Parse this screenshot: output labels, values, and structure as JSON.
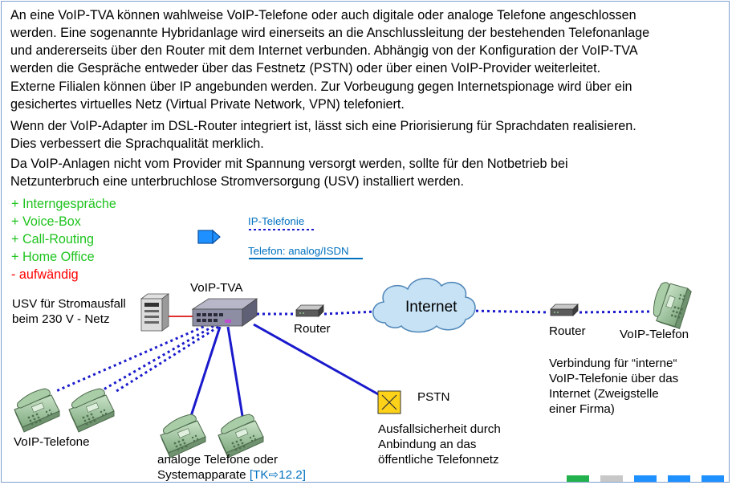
{
  "paragraphs": [
    [
      "An eine VoIP-TVA können wahlweise VoIP-Telefone oder auch digitale oder analoge Telefone angeschlossen",
      "werden. Eine sogenannte Hybridanlage wird einerseits an die Anschlussleitung der bestehenden Telefonanlage",
      "und andererseits über den Router mit dem Internet verbunden. Abhängig von der Konfiguration der VoIP-TVA",
      "werden die Gespräche entweder über das Festnetz (PSTN) oder über einen VoIP-Provider weiterleitet."
    ],
    [
      "Externe Filialen können über IP angebunden werden. Zur Vorbeugung gegen Internetspionage wird über ein",
      "gesichertes virtuelles Netz (Virtual Private Network, VPN) telefoniert."
    ],
    [
      "Wenn der VoIP-Adapter im DSL-Router integriert ist, lässt sich eine Priorisierung für Sprachdaten realisieren.",
      "Dies verbessert die Sprachqualität merklich."
    ],
    [
      "Da VoIP-Anlagen nicht vom Provider mit Spannung versorgt werden, sollte für den Notbetrieb bei",
      "Netzunterbruch eine unterbruchlose Stromversorgung (USV) installiert werden."
    ]
  ],
  "pros": [
    "+ Interngespräche",
    "+ Voice-Box",
    "+ Call-Routing",
    "+ Home Office"
  ],
  "cons": [
    "- aufwändig"
  ],
  "legend": {
    "ip": "IP-Telefonie",
    "analog": "Telefon: analog/ISDN"
  },
  "labels": {
    "tva": "VoIP-TVA",
    "usv_line1": "USV für Stromausfall",
    "usv_line2": "beim 230 V - Netz",
    "router_left": "Router",
    "internet": "Internet",
    "router_right": "Router",
    "voip_phone_right": "VoIP-Telefon",
    "remote_line1": "Verbindung für “interne“",
    "remote_line2": "VoIP-Telefonie über das",
    "remote_line3": "Internet (Zweigstelle",
    "remote_line4": "einer Firma)",
    "pstn": "PSTN",
    "pstn_desc_line1": "Ausfallsicherheit durch",
    "pstn_desc_line2": "Anbindung an das",
    "pstn_desc_line3": "öffentliche Telefonnetz",
    "voip_phones": "VoIP-Telefone",
    "analog_line1": "analoge Telefone oder",
    "analog_line2": "Systemapparate",
    "analog_ref": "[TK⇨12.2]"
  },
  "colors": {
    "pros": "#1fc31f",
    "cons": "#ff0000",
    "link": "#0070c0",
    "ip_line": "#1a1acc",
    "analog_line": "#1a1acc",
    "power_line": "#e03030",
    "phone": "#9bc49b",
    "cloud": "#c6e2f4",
    "pstn_box": "#ffd21a"
  }
}
